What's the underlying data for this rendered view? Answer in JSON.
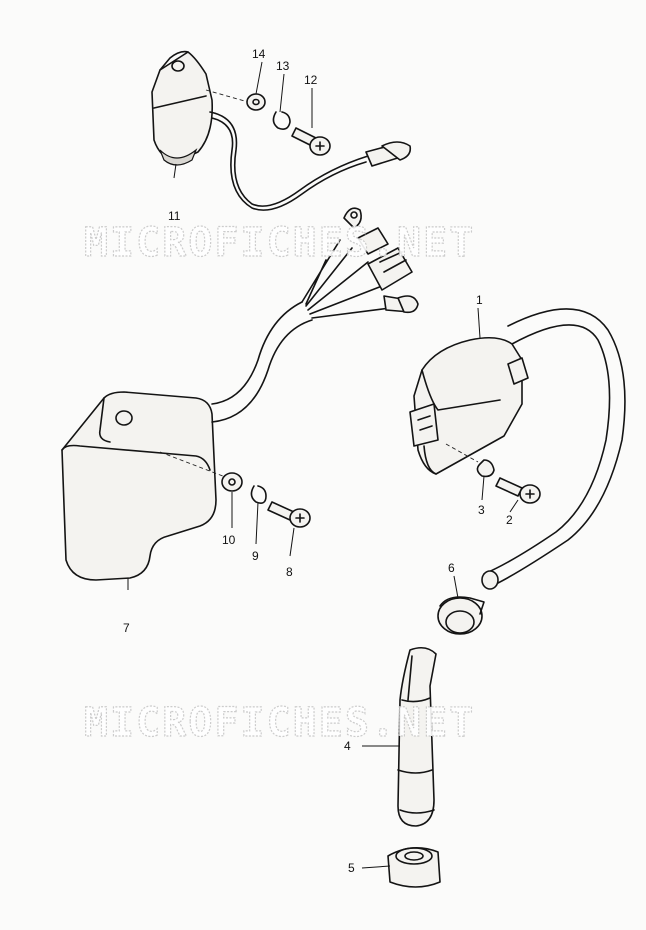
{
  "watermark": {
    "text": "MICROFICHES.NET"
  },
  "callouts": {
    "n1": "1",
    "n2": "2",
    "n3": "3",
    "n4": "4",
    "n5": "5",
    "n6": "6",
    "n7": "7",
    "n8": "8",
    "n9": "9",
    "n10": "10",
    "n11": "11",
    "n12": "12",
    "n13": "13",
    "n14": "14"
  }
}
